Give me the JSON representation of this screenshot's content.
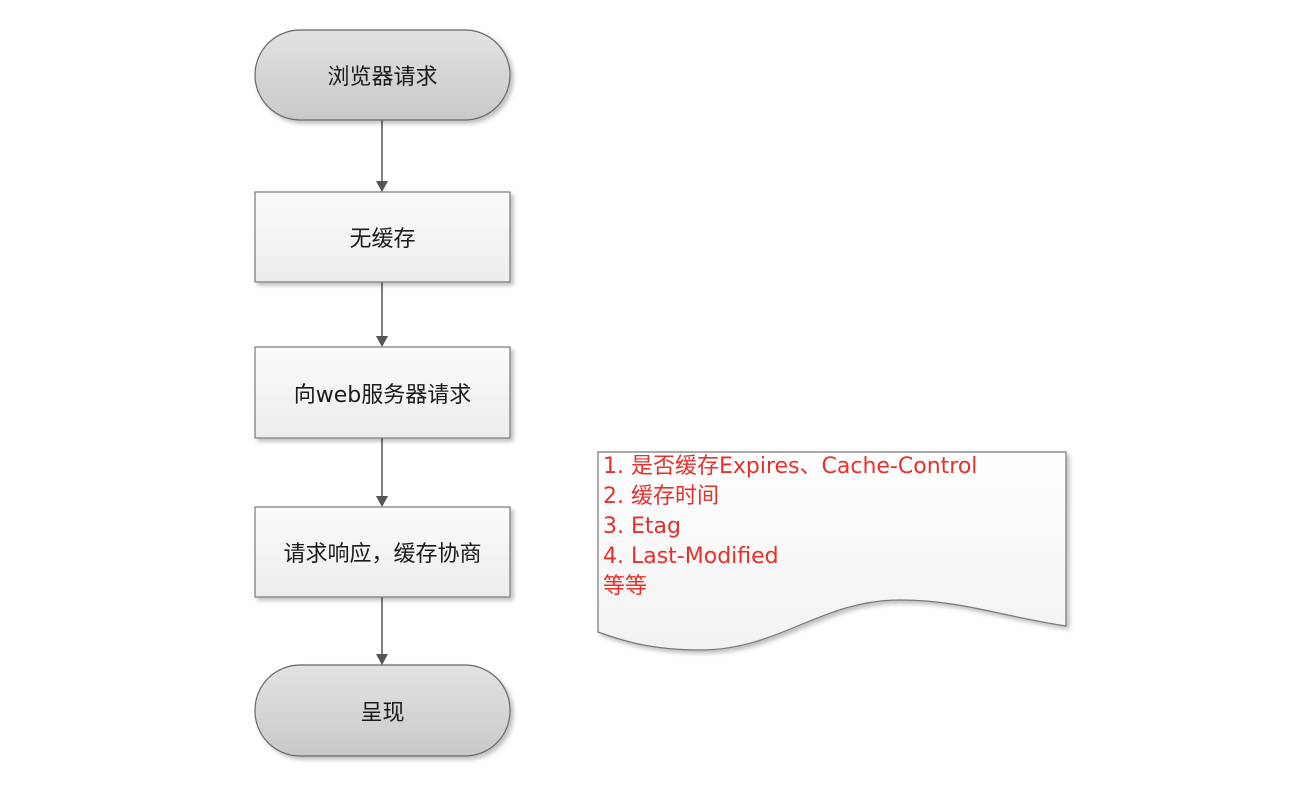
{
  "nodes": {
    "start": "浏览器请求",
    "no_cache": "无缓存",
    "request_server": "向web服务器请求",
    "response": "请求响应，缓存协商",
    "end": "呈现"
  },
  "note": {
    "lines": [
      "1. 是否缓存Expires、Cache-Control",
      "2. 缓存时间",
      "3. Etag",
      "4. Last-Modified",
      "等等"
    ]
  },
  "colors": {
    "terminal_fill": "#d4d4d4",
    "process_fill": "#f5f5f5",
    "note_text": "#e8302b",
    "stroke": "#555555"
  }
}
